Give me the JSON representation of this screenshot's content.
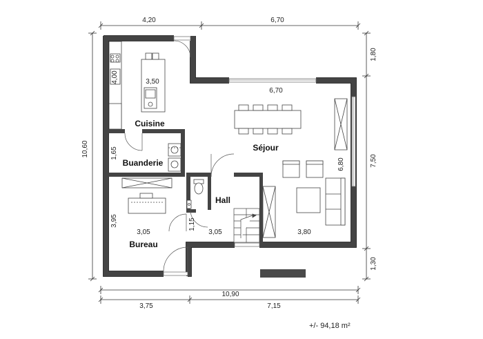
{
  "plan": {
    "dimensions": {
      "top_left": "4,20",
      "top_right": "6,70",
      "left_total": "10,60",
      "right_top": "1,80",
      "right_middle": "7,50",
      "right_bottom": "1,30",
      "bottom_total": "10,90",
      "bottom_left": "3,75",
      "bottom_right": "7,15"
    },
    "rooms": {
      "cuisine": {
        "name": "Cuisine",
        "width": "3,50",
        "height": "4,00"
      },
      "sejour": {
        "name": "Séjour",
        "width_top": "6,70",
        "height": "6,80",
        "width_bottom": "3,80"
      },
      "buanderie": {
        "name": "Buanderie",
        "height": "1,65"
      },
      "bureau": {
        "name": "Bureau",
        "width": "3,05",
        "height": "3,95"
      },
      "hall": {
        "name": "Hall",
        "width": "3,05"
      },
      "wc": {
        "height": "1,15"
      }
    },
    "total_area": "+/- 94,18 m²"
  }
}
